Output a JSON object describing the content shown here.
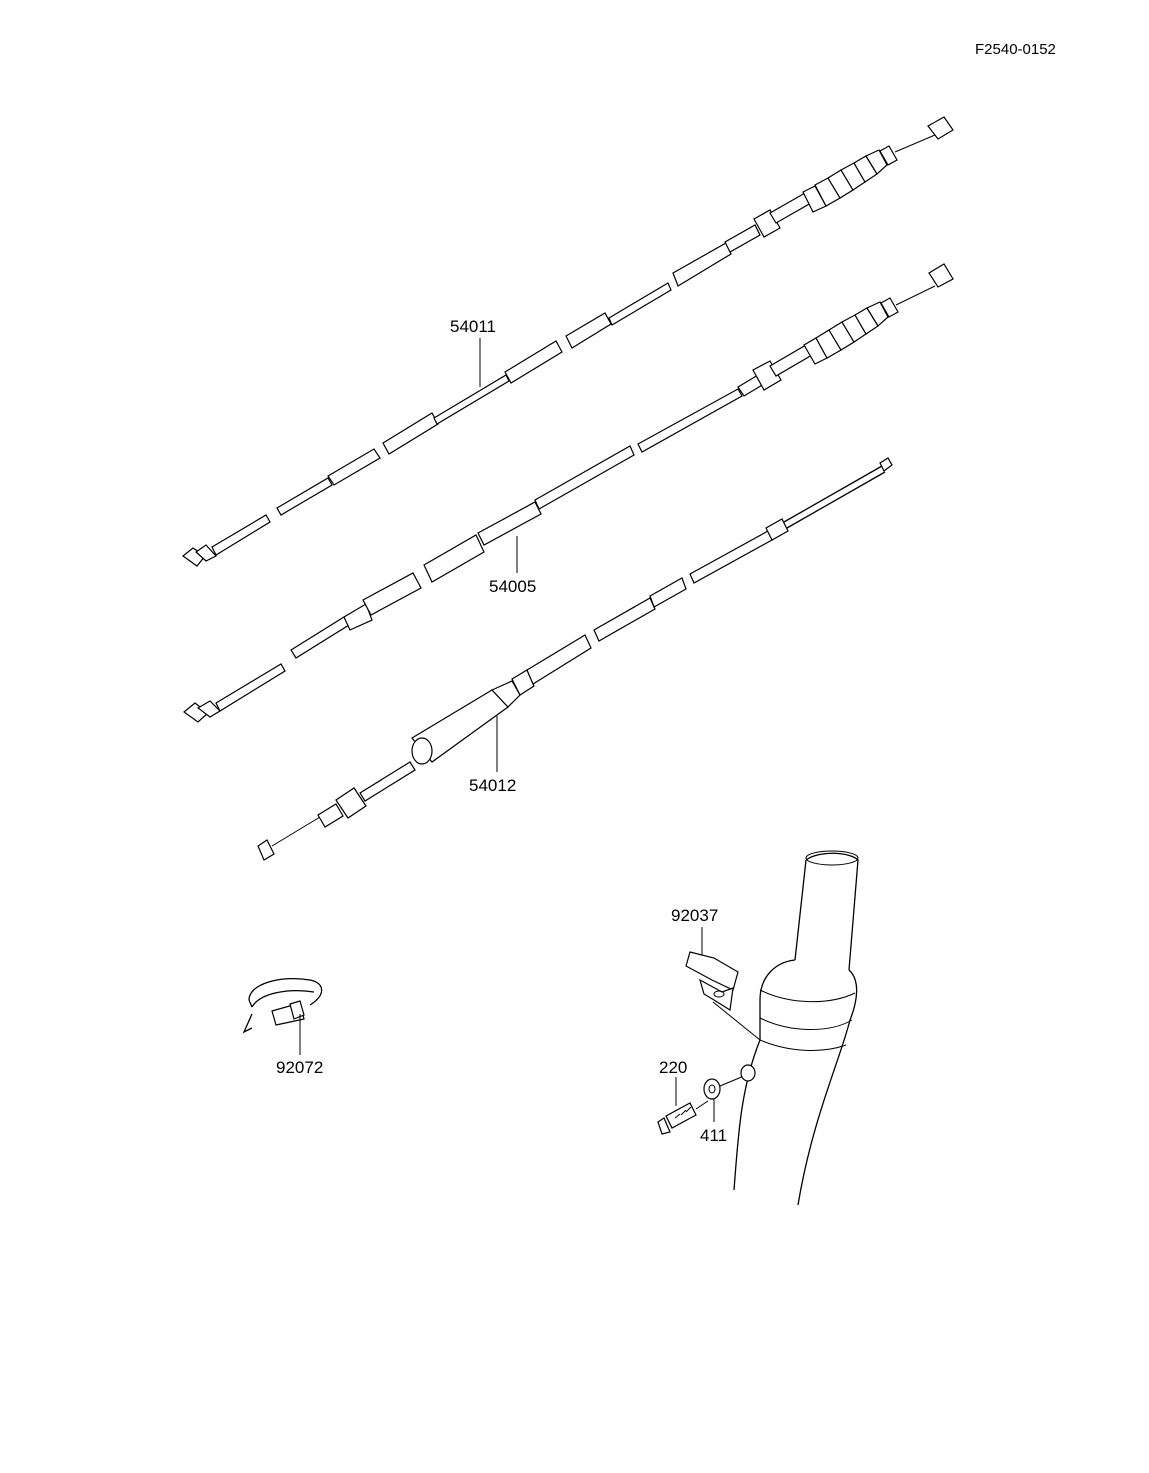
{
  "figure_code": "F2540-0152",
  "parts": [
    {
      "id": "p54011",
      "number": "54011"
    },
    {
      "id": "p54005",
      "number": "54005"
    },
    {
      "id": "p54012",
      "number": "54012"
    },
    {
      "id": "p92037",
      "number": "92037"
    },
    {
      "id": "p92072",
      "number": "92072"
    },
    {
      "id": "p220",
      "number": "220"
    },
    {
      "id": "p411",
      "number": "411"
    }
  ]
}
